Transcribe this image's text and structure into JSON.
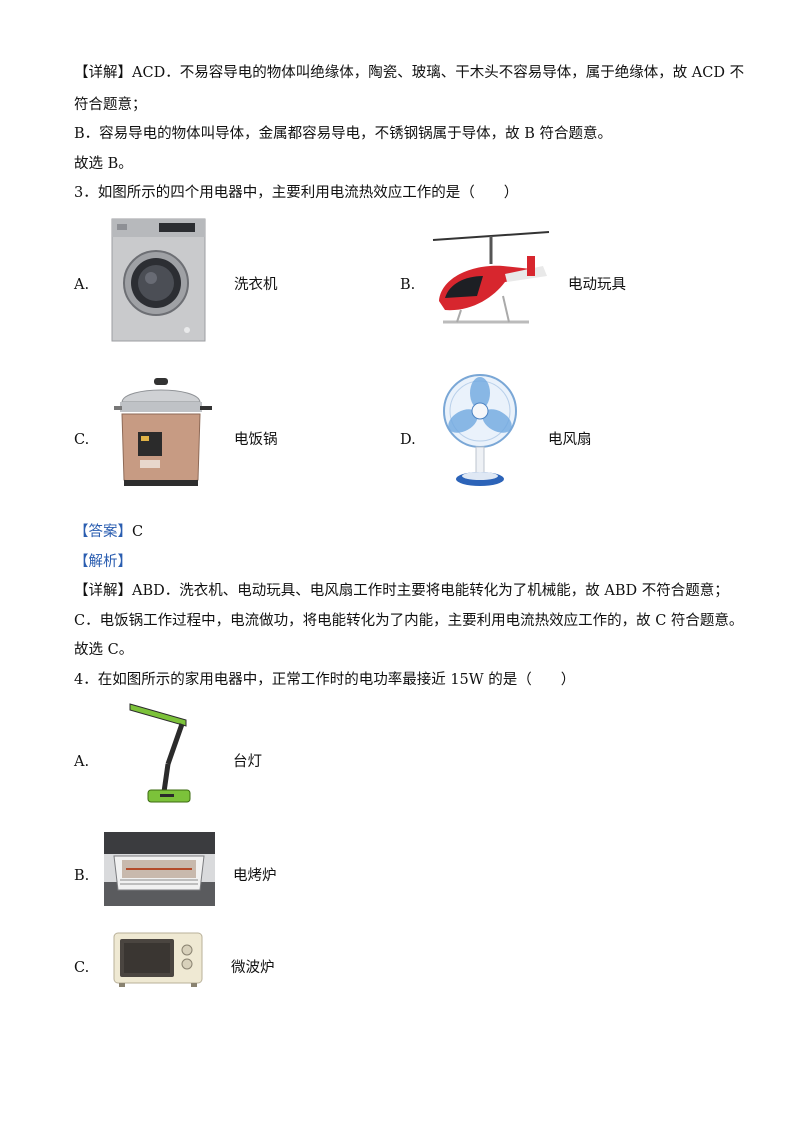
{
  "prev_explanation": {
    "line1": "【详解】ACD．不易容导电的物体叫绝缘体，陶瓷、玻璃、干木头不容易导体，属于绝缘体，故 ACD 不",
    "line2": "符合题意；",
    "line3": "B．容易导电的物体叫导体，金属都容易导电，不锈钢锅属于导体，故 B 符合题意。",
    "line4": "故选 B。"
  },
  "q3": {
    "stem": "3．如图所示的四个用电器中，主要利用电流热效应工作的是（　　）",
    "options": [
      {
        "letter": "A.",
        "label": "洗衣机",
        "icon": "washing-machine-image"
      },
      {
        "letter": "B.",
        "label": "电动玩具",
        "icon": "toy-helicopter-image"
      },
      {
        "letter": "C.",
        "label": "电饭锅",
        "icon": "rice-cooker-image"
      },
      {
        "letter": "D.",
        "label": "电风扇",
        "icon": "electric-fan-image"
      }
    ],
    "answer_tag": "【答案】",
    "answer": "C",
    "analysis_tag": "【解析】",
    "detail1": "【详解】ABD．洗衣机、电动玩具、电风扇工作时主要将电能转化为了机械能，故 ABD 不符合题意；",
    "detail2": "C．电饭锅工作过程中，电流做功，将电能转化为了内能，主要利用电流热效应工作的，故 C 符合题意。",
    "detail3": "故选 C。"
  },
  "q4": {
    "stem": "4．在如图所示的家用电器中，正常工作时的电功率最接近 15W 的是（　　）",
    "options": [
      {
        "letter": "A.",
        "label": "台灯",
        "icon": "desk-lamp-image"
      },
      {
        "letter": "B.",
        "label": "电烤炉",
        "icon": "electric-grill-image"
      },
      {
        "letter": "C.",
        "label": "微波炉",
        "icon": "microwave-image"
      }
    ]
  }
}
